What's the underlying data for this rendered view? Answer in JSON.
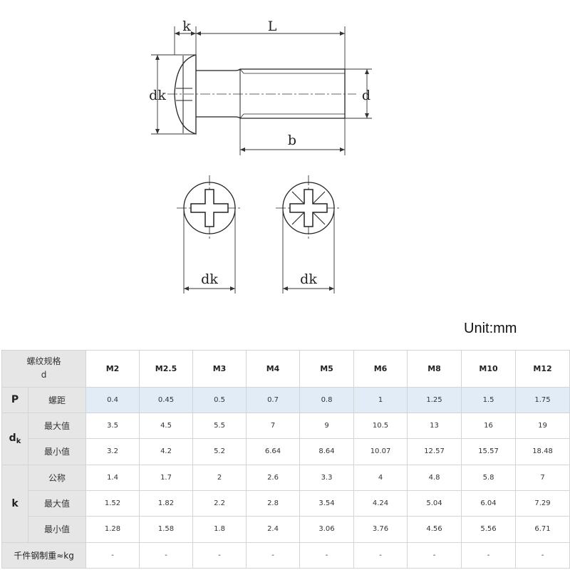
{
  "drawing": {
    "labels": {
      "k": "k",
      "L": "L",
      "dk": "dk",
      "d": "d",
      "b": "b",
      "dk_left": "dk",
      "dk_right": "dk"
    }
  },
  "unit": "Unit:mm",
  "table": {
    "header": {
      "corner_line1": "螺纹规格",
      "corner_line2": "d",
      "sizes": [
        "M2",
        "M2.5",
        "M3",
        "M4",
        "M5",
        "M6",
        "M8",
        "M10",
        "M12"
      ]
    },
    "rows": {
      "P": {
        "symbol": "P",
        "label": "螺距",
        "values": [
          "0.4",
          "0.45",
          "0.5",
          "0.7",
          "0.8",
          "1",
          "1.25",
          "1.5",
          "1.75"
        ]
      },
      "dk": {
        "symbol_main": "d",
        "symbol_sub": "k",
        "max": {
          "label": "最大值",
          "values": [
            "3.5",
            "4.5",
            "5.5",
            "7",
            "9",
            "10.5",
            "13",
            "16",
            "19"
          ]
        },
        "min": {
          "label": "最小值",
          "values": [
            "3.2",
            "4.2",
            "5.2",
            "6.64",
            "8.64",
            "10.07",
            "12.57",
            "15.57",
            "18.48"
          ]
        }
      },
      "k": {
        "symbol": "k",
        "nominal": {
          "label": "公称",
          "values": [
            "1.4",
            "1.7",
            "2",
            "2.6",
            "3.3",
            "4",
            "4.8",
            "5.8",
            "7"
          ]
        },
        "max": {
          "label": "最大值",
          "values": [
            "1.52",
            "1.82",
            "2.2",
            "2.8",
            "3.54",
            "4.24",
            "5.04",
            "6.04",
            "7.29"
          ]
        },
        "min": {
          "label": "最小值",
          "values": [
            "1.28",
            "1.58",
            "1.8",
            "2.4",
            "3.06",
            "3.76",
            "4.56",
            "5.56",
            "6.71"
          ]
        }
      },
      "weight": {
        "label": "千件钢制重≈kg",
        "values": [
          "-",
          "-",
          "-",
          "-",
          "-",
          "-",
          "-",
          "-",
          "-"
        ]
      }
    }
  }
}
